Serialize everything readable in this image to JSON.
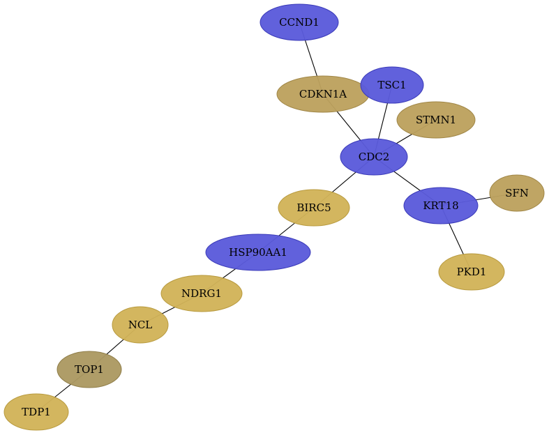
{
  "colors": {
    "blue": "#5b5bdb",
    "blue_stroke": "#3a3ab8",
    "gold": "#d1b358",
    "gold_stroke": "#b89a3e",
    "khaki": "#bca15e",
    "khaki_stroke": "#a08646",
    "olive": "#ac9962",
    "olive_stroke": "#8f7d48",
    "edge": "#000000"
  },
  "nodes": [
    {
      "id": "CCND1",
      "label": "CCND1",
      "color": "blue"
    },
    {
      "id": "CDKN1A",
      "label": "CDKN1A",
      "color": "khaki"
    },
    {
      "id": "TSC1",
      "label": "TSC1",
      "color": "blue"
    },
    {
      "id": "STMN1",
      "label": "STMN1",
      "color": "khaki"
    },
    {
      "id": "CDC2",
      "label": "CDC2",
      "color": "blue"
    },
    {
      "id": "SFN",
      "label": "SFN",
      "color": "khaki"
    },
    {
      "id": "KRT18",
      "label": "KRT18",
      "color": "blue"
    },
    {
      "id": "BIRC5",
      "label": "BIRC5",
      "color": "gold"
    },
    {
      "id": "PKD1",
      "label": "PKD1",
      "color": "gold"
    },
    {
      "id": "HSP90AA1",
      "label": "HSP90AA1",
      "color": "blue"
    },
    {
      "id": "NDRG1",
      "label": "NDRG1",
      "color": "gold"
    },
    {
      "id": "NCL",
      "label": "NCL",
      "color": "gold"
    },
    {
      "id": "TOP1",
      "label": "TOP1",
      "color": "olive"
    },
    {
      "id": "TDP1",
      "label": "TDP1",
      "color": "gold"
    }
  ],
  "edges": [
    [
      "CCND1",
      "CDKN1A"
    ],
    [
      "CDKN1A",
      "CDC2"
    ],
    [
      "TSC1",
      "CDC2"
    ],
    [
      "STMN1",
      "CDC2"
    ],
    [
      "CDC2",
      "KRT18"
    ],
    [
      "CDC2",
      "BIRC5"
    ],
    [
      "KRT18",
      "SFN"
    ],
    [
      "KRT18",
      "PKD1"
    ],
    [
      "BIRC5",
      "HSP90AA1"
    ],
    [
      "HSP90AA1",
      "NDRG1"
    ],
    [
      "NDRG1",
      "NCL"
    ],
    [
      "NCL",
      "TOP1"
    ],
    [
      "TOP1",
      "TDP1"
    ]
  ]
}
